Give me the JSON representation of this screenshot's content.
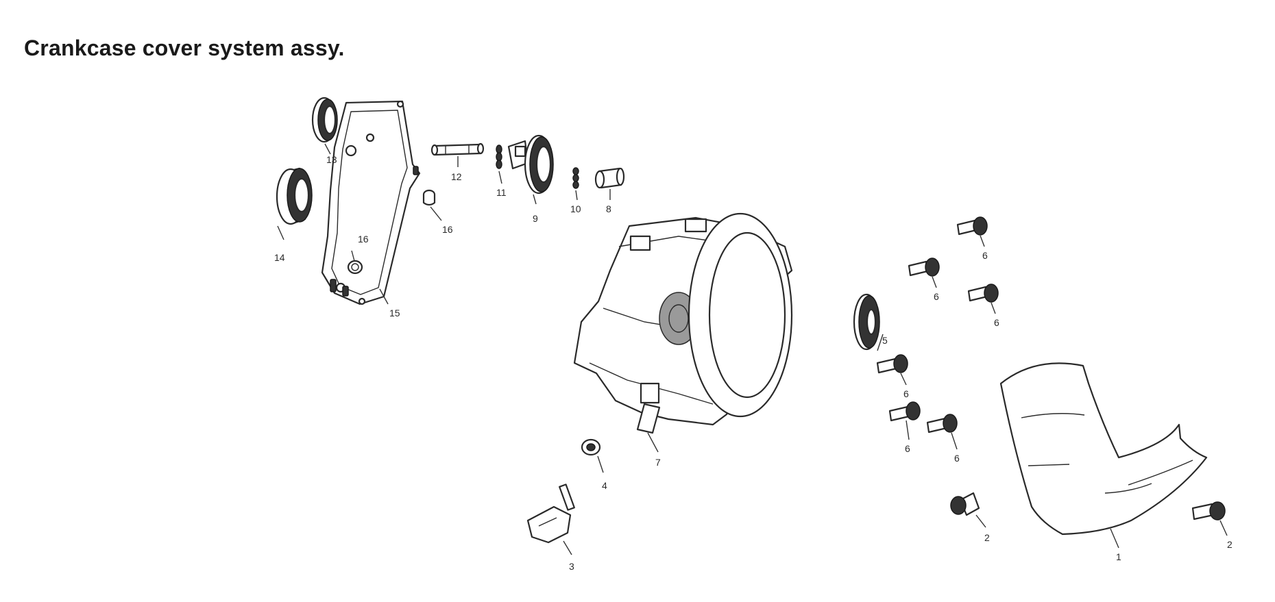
{
  "title": "Crankcase cover system assy.",
  "callouts": [
    "1",
    "2",
    "2",
    "3",
    "4",
    "5",
    "6",
    "6",
    "6",
    "6",
    "6",
    "6",
    "7",
    "8",
    "9",
    "10",
    "11",
    "12",
    "13",
    "14",
    "15",
    "16",
    "16"
  ]
}
